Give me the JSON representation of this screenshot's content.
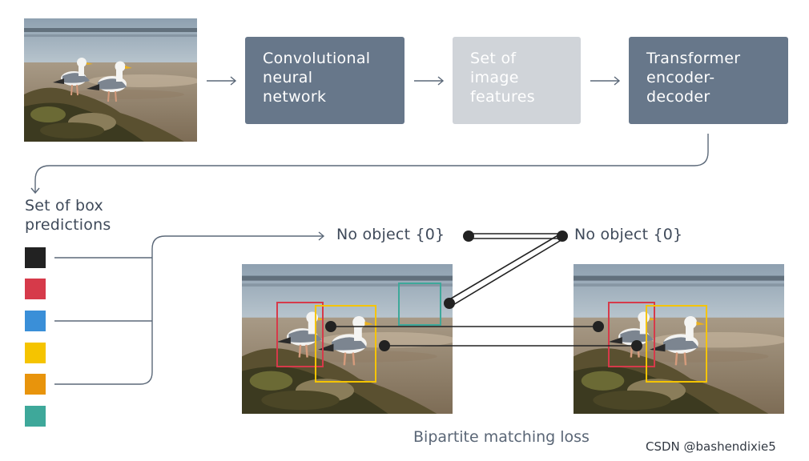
{
  "boxes": {
    "cnn": "Convolutional\nneural\nnetwork",
    "features": "Set of\nimage\nfeatures",
    "transformer": "Transformer\nencoder-\ndecoder"
  },
  "predictions_label": "Set of box\npredictions",
  "swatch_colors": [
    "#222222",
    "#d63a4a",
    "#3a8fd8",
    "#f5c400",
    "#e8940c",
    "#3ea89a"
  ],
  "no_object_left": "No object {0}",
  "no_object_right": "No object {0}",
  "caption": "Bipartite matching loss",
  "watermark": "CSDN @bashendixie5"
}
